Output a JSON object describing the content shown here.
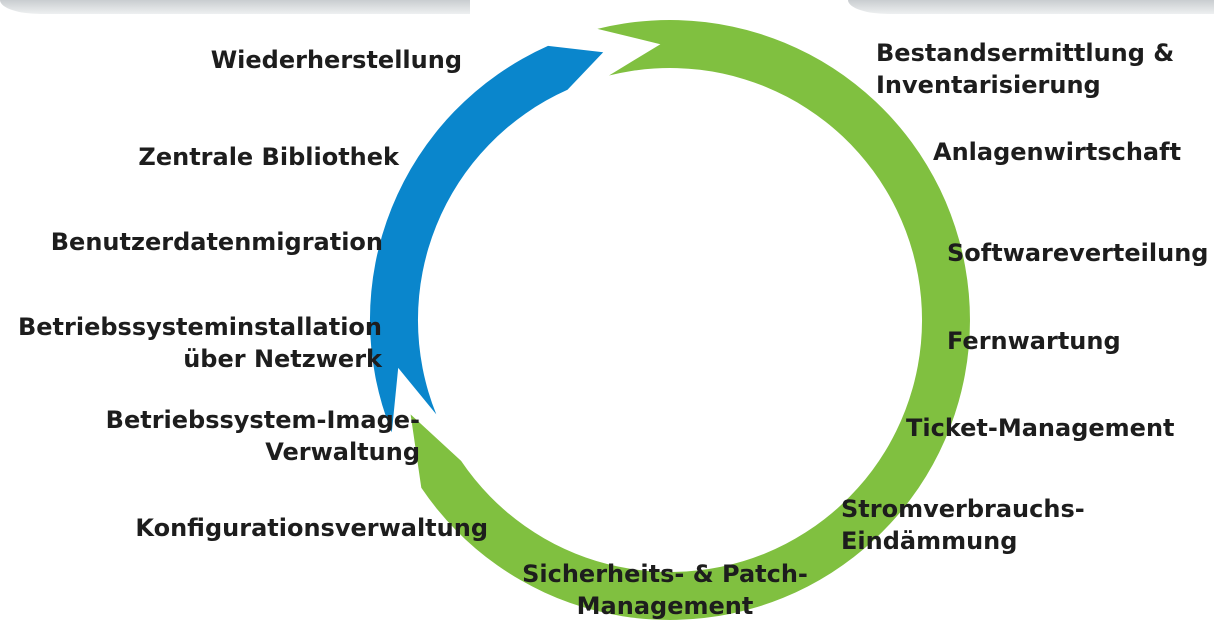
{
  "colors": {
    "blue_arc": "#0a86cc",
    "green_arc": "#80c040",
    "text": "#1d1d1d"
  },
  "left_labels": [
    [
      "Wiederherstellung"
    ],
    [
      "Zentrale Bibliothek"
    ],
    [
      "Benutzerdatenmigration"
    ],
    [
      "Betriebssysteminstallation",
      "über Netzwerk"
    ],
    [
      "Betriebssystem-Image-",
      "Verwaltung"
    ],
    [
      "Konfigurationsverwaltung"
    ]
  ],
  "right_labels": [
    [
      "Bestandsermittlung &",
      "Inventarisierung"
    ],
    [
      "Anlagenwirtschaft"
    ],
    [
      "Softwareverteilung"
    ],
    [
      "Fernwartung"
    ],
    [
      "Ticket-Management"
    ],
    [
      "Stromverbrauchs-",
      "Eindämmung"
    ]
  ],
  "bottom_label": [
    "Sicherheits- & Patch-",
    "Management"
  ]
}
